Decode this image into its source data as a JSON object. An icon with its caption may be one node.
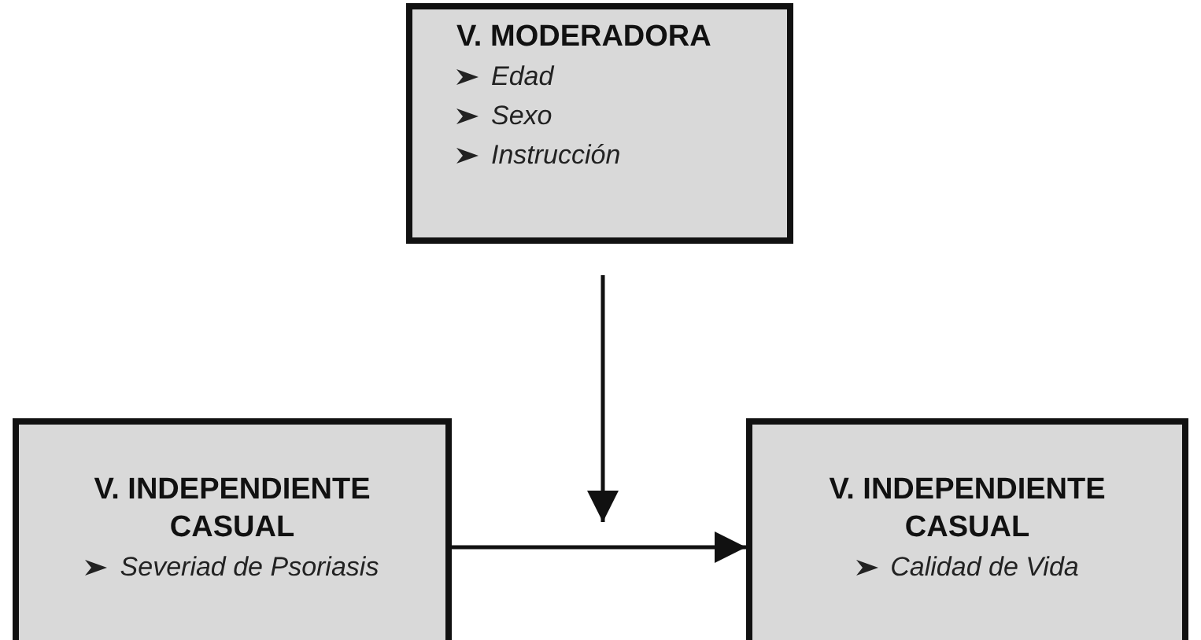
{
  "diagram": {
    "nodes": [
      {
        "text": [
          "V. MODERADORA",
          "Edad",
          "Sexo",
          "Instrucción"
        ]
      },
      {
        "text": [
          "V. INDEPENDIENTE CASUAL",
          "Severiad de Psoriasis"
        ]
      },
      {
        "text": [
          "V. INDEPENDIENTE CASUAL",
          "Calidad de Vida"
        ]
      }
    ],
    "edges": [
      {
        "from": 0,
        "to": null,
        "arrow": "to"
      },
      {
        "from": 1,
        "to": 2,
        "arrow": "to"
      }
    ]
  }
}
